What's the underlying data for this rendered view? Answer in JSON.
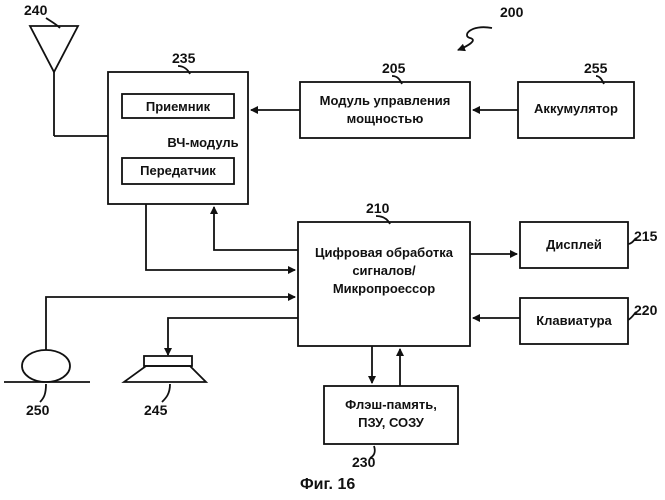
{
  "figure": {
    "caption": "Фиг. 16",
    "ref_system": "200"
  },
  "blocks": {
    "rf_module": {
      "ref": "235",
      "label": "ВЧ-модуль"
    },
    "receiver": {
      "label": "Приемник"
    },
    "transmitter": {
      "label": "Передатчик"
    },
    "power_module": {
      "ref": "205",
      "label_line1": "Модуль управления",
      "label_line2": "мощностью"
    },
    "battery": {
      "ref": "255",
      "label": "Аккумулятор"
    },
    "dsp": {
      "ref": "210",
      "label_line1": "Цифровая обработка",
      "label_line2": "сигналов/",
      "label_line3": "Микропроессор"
    },
    "display": {
      "ref": "215",
      "label": "Дисплей"
    },
    "keyboard": {
      "ref": "220",
      "label": "Клавиатура"
    },
    "memory": {
      "ref": "230",
      "label_line1": "Флэш-память,",
      "label_line2": "ПЗУ, СОЗУ"
    },
    "antenna": {
      "ref": "240"
    },
    "microphone": {
      "ref": "250"
    },
    "speaker": {
      "ref": "245"
    }
  }
}
